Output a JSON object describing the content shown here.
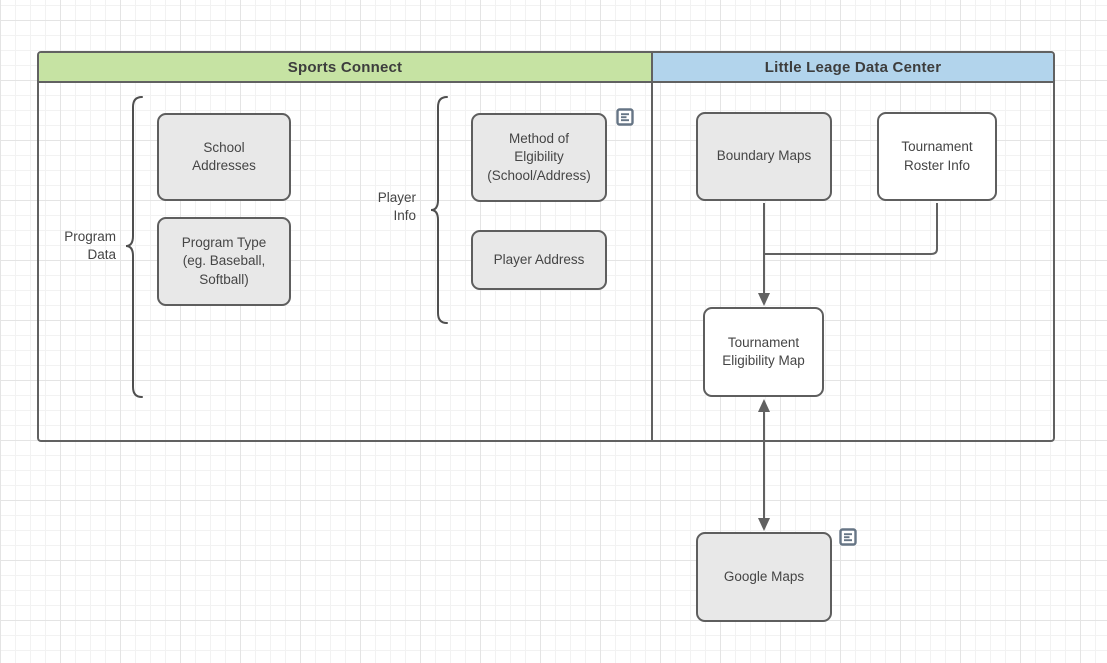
{
  "diagram": {
    "pools": [
      {
        "title": "Sports Connect",
        "header_color": "#c6e3a3"
      },
      {
        "title": "Little Leage Data Center",
        "header_color": "#b2d4ec"
      }
    ],
    "brace_groups": [
      {
        "label": "Program\nData"
      },
      {
        "label": "Player\nInfo"
      }
    ],
    "nodes": {
      "school_addresses": {
        "label": "School\nAddresses",
        "fill": "#e8e8e8"
      },
      "program_type": {
        "label": "Program Type\n(eg. Baseball,\nSoftball)",
        "fill": "#e8e8e8"
      },
      "method_of_eligibility": {
        "label": "Method of\nElgibility\n(School/Address)",
        "fill": "#e8e8e8",
        "has_note_icon": true
      },
      "player_address": {
        "label": "Player Address",
        "fill": "#e8e8e8"
      },
      "boundary_maps": {
        "label": "Boundary Maps",
        "fill": "#e8e8e8"
      },
      "tournament_roster_info": {
        "label": "Tournament\nRoster Info",
        "fill": "#ffffff"
      },
      "tournament_eligibility_map": {
        "label": "Tournament\nEligibility Map",
        "fill": "#ffffff"
      },
      "google_maps": {
        "label": "Google Maps",
        "fill": "#e8e8e8",
        "has_note_icon": true
      }
    },
    "edges": [
      {
        "from": "boundary_maps",
        "to": "tournament_eligibility_map",
        "arrow": "end"
      },
      {
        "from": "tournament_roster_info",
        "to": "tournament_eligibility_map",
        "arrow": "merge"
      },
      {
        "from": "tournament_eligibility_map",
        "to": "google_maps",
        "arrow": "both"
      }
    ],
    "colors": {
      "pool_green": "#c6e3a3",
      "pool_blue": "#b2d4ec",
      "node_gray": "#e8e8e8",
      "node_white": "#ffffff",
      "stroke": "#616161",
      "note_icon": "#667585",
      "text": "#454545"
    }
  }
}
